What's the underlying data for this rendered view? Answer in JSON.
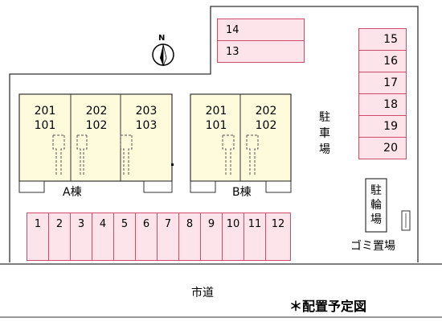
{
  "compass": {
    "label": "N"
  },
  "buildings": {
    "a": {
      "name": "A棟",
      "units": [
        {
          "upper": "201",
          "lower": "101"
        },
        {
          "upper": "202",
          "lower": "102"
        },
        {
          "upper": "203",
          "lower": "103"
        }
      ]
    },
    "b": {
      "name": "B棟",
      "units": [
        {
          "upper": "201",
          "lower": "101"
        },
        {
          "upper": "202",
          "lower": "102"
        }
      ]
    }
  },
  "parking": {
    "label": "駐車場",
    "top_slots": [
      "14",
      "13"
    ],
    "right_slots": [
      "15",
      "16",
      "17",
      "18",
      "19",
      "20"
    ],
    "bottom_slots": [
      "1",
      "2",
      "3",
      "4",
      "5",
      "6",
      "7",
      "8",
      "9",
      "10",
      "11",
      "12"
    ]
  },
  "bicycle_parking": {
    "label": "駐輪場"
  },
  "garbage": {
    "label": "ゴミ置場"
  },
  "road": {
    "label": "市道"
  },
  "note": "＊配置予定図"
}
